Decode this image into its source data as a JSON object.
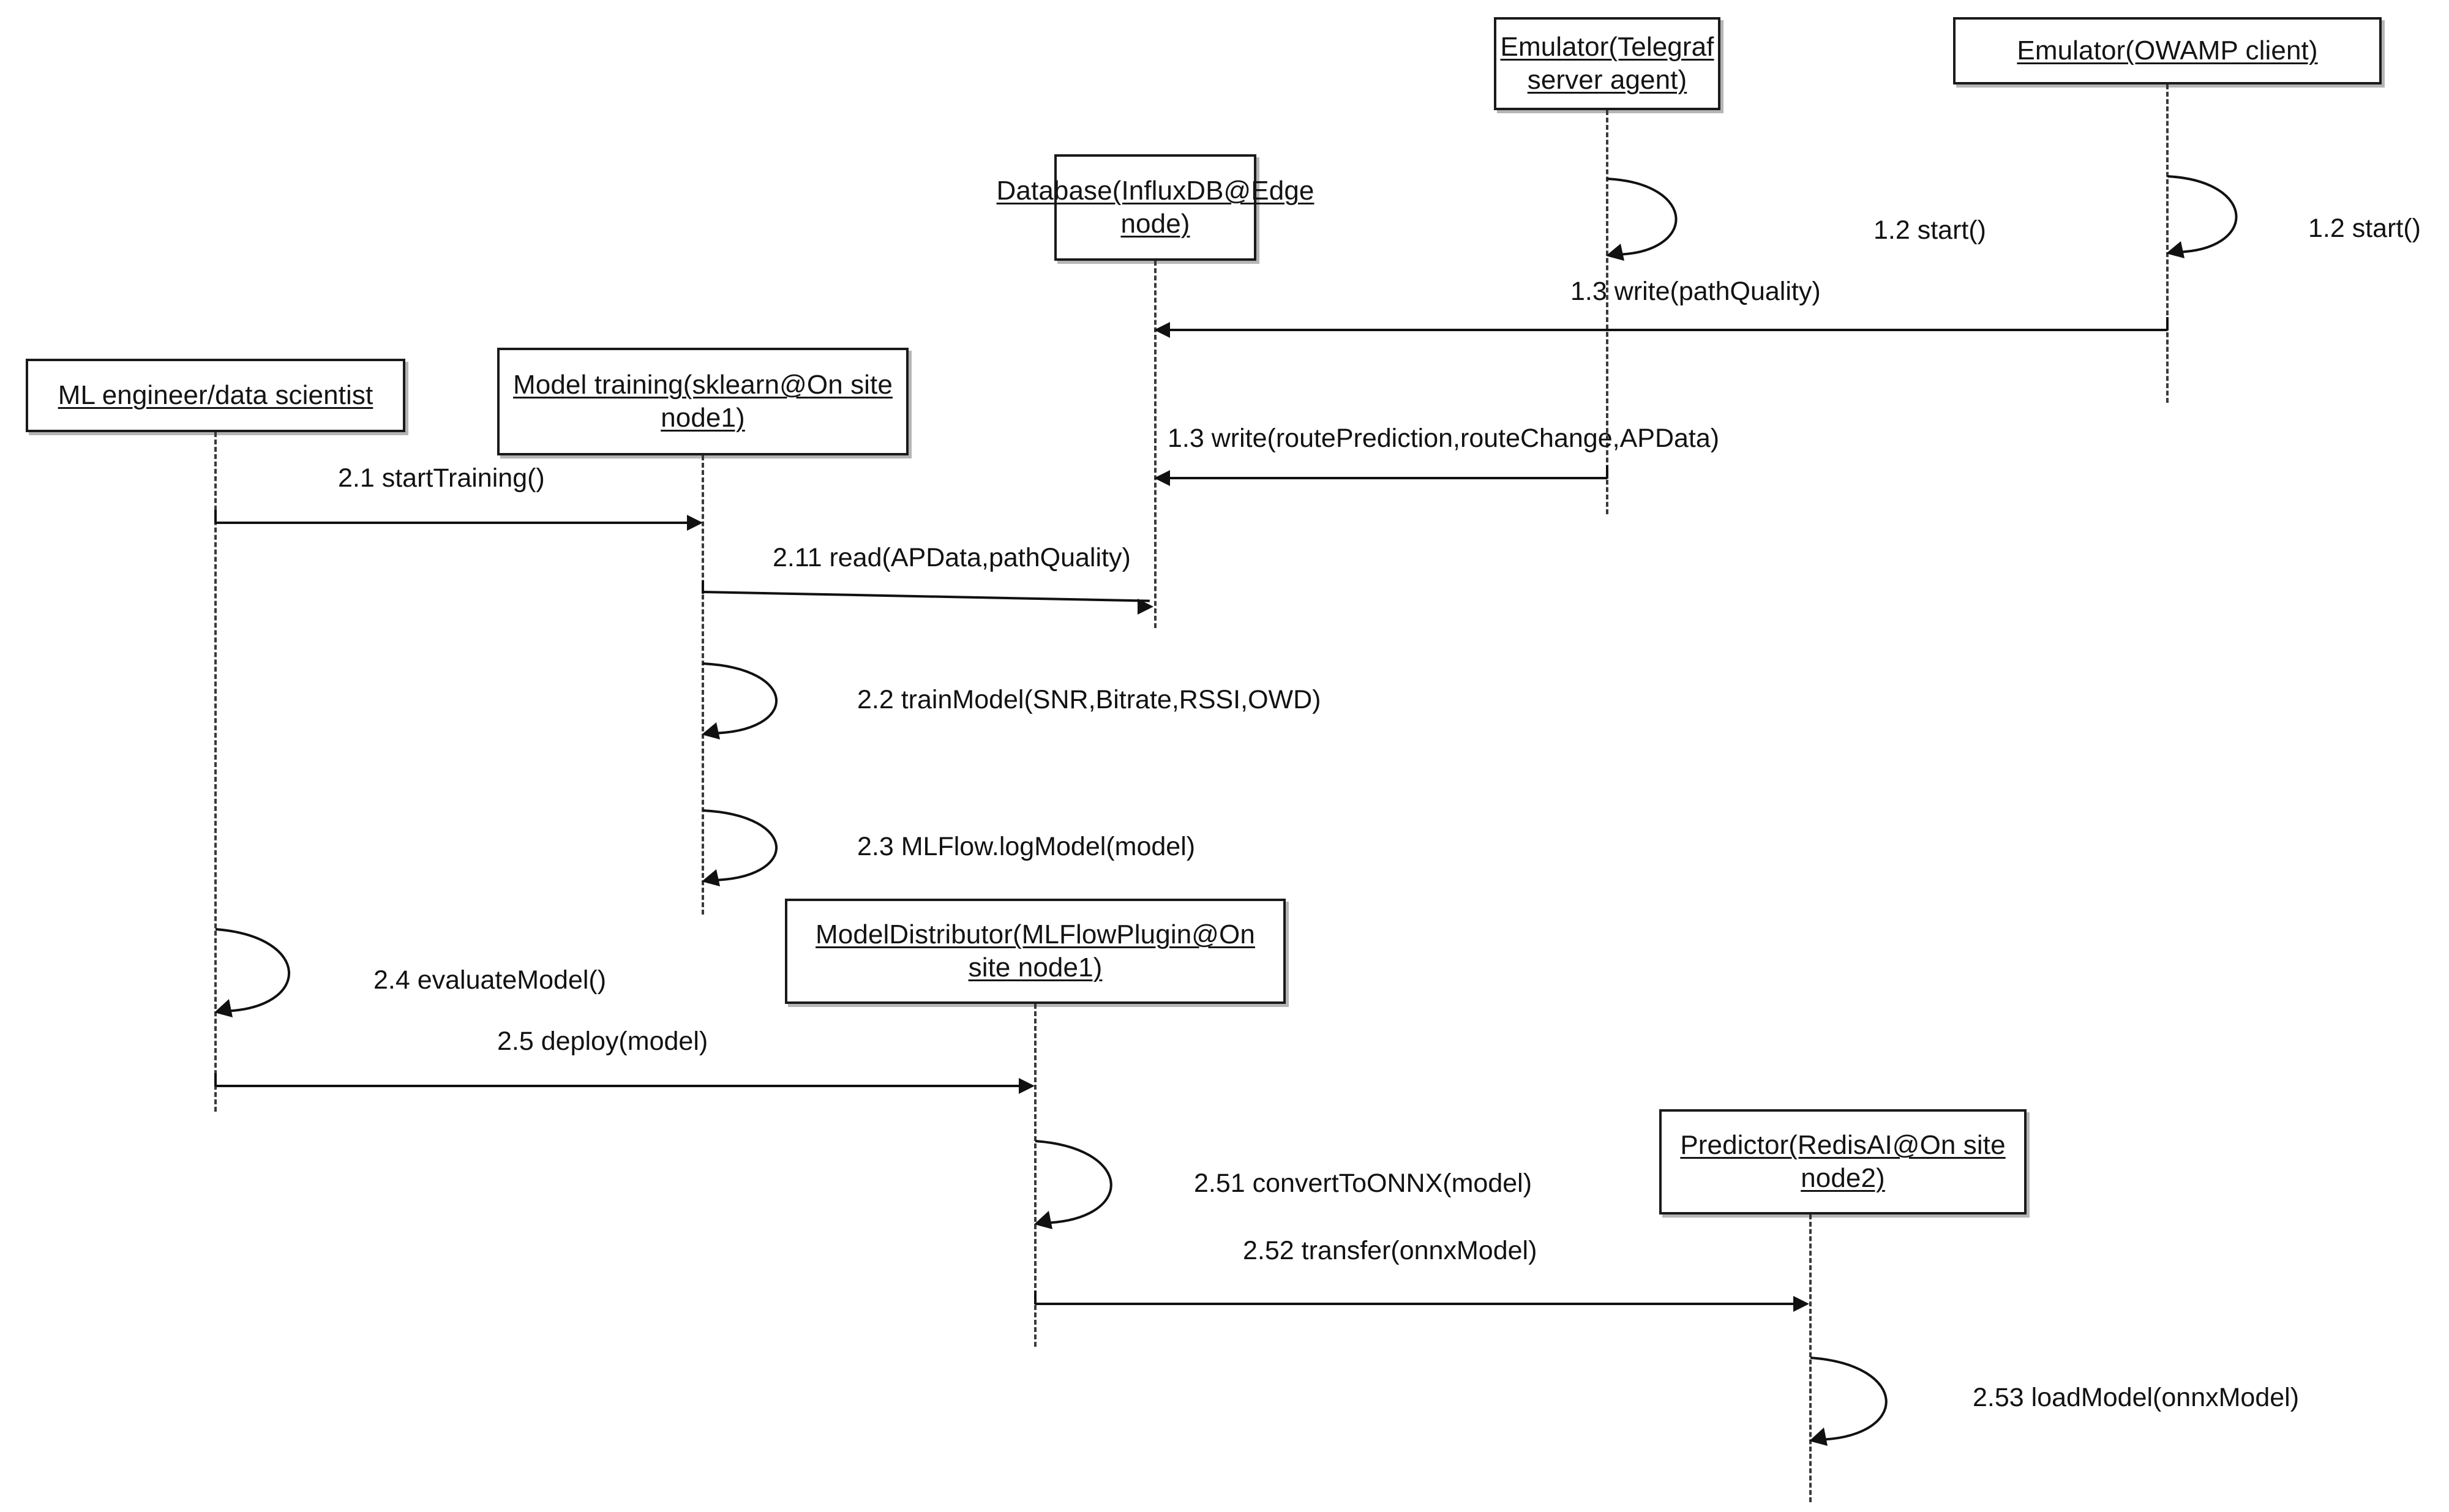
{
  "diagram": {
    "type": "uml-sequence-diagram",
    "title": "",
    "participants": [
      {
        "id": "ml-engineer",
        "label": "ML engineer/data scientist"
      },
      {
        "id": "model-training",
        "label": "Model training(sklearn@On site node1)"
      },
      {
        "id": "model-distributor",
        "label": "ModelDistributor(MLFlowPlugin@On site node1)"
      },
      {
        "id": "database",
        "label": "Database(InfluxDB@Edge node)"
      },
      {
        "id": "telegraf",
        "label": "Emulator(Telegraf server agent)"
      },
      {
        "id": "predictor",
        "label": "Predictor(RedisAI@On site node2)"
      },
      {
        "id": "owamp",
        "label": "Emulator(OWAMP client)"
      }
    ],
    "messages": [
      {
        "id": "m-1-2-telegraf",
        "label": "1.2 start()",
        "from": "telegraf",
        "to": "telegraf",
        "kind": "self"
      },
      {
        "id": "m-1-2-owamp",
        "label": "1.2 start()",
        "from": "owamp",
        "to": "owamp",
        "kind": "self"
      },
      {
        "id": "m-1-3-path",
        "label": "1.3 write(pathQuality)",
        "from": "owamp",
        "to": "database",
        "kind": "sync-left"
      },
      {
        "id": "m-1-3-route",
        "label": "1.3 write(routePrediction,routeChange,APData)",
        "from": "telegraf",
        "to": "database",
        "kind": "sync-left"
      },
      {
        "id": "m-2-1",
        "label": "2.1 startTraining()",
        "from": "ml-engineer",
        "to": "model-training",
        "kind": "sync-right"
      },
      {
        "id": "m-2-11",
        "label": "2.11 read(APData,pathQuality)",
        "from": "model-training",
        "to": "database",
        "kind": "sync-right"
      },
      {
        "id": "m-2-2",
        "label": "2.2 trainModel(SNR,Bitrate,RSSI,OWD)",
        "from": "model-training",
        "to": "model-training",
        "kind": "self"
      },
      {
        "id": "m-2-3",
        "label": "2.3 MLFlow.logModel(model)",
        "from": "model-training",
        "to": "model-training",
        "kind": "self"
      },
      {
        "id": "m-2-4",
        "label": "2.4 evaluateModel()",
        "from": "ml-engineer",
        "to": "ml-engineer",
        "kind": "self"
      },
      {
        "id": "m-2-5",
        "label": "2.5 deploy(model)",
        "from": "ml-engineer",
        "to": "model-distributor",
        "kind": "sync-right"
      },
      {
        "id": "m-2-51",
        "label": "2.51 convertToONNX(model)",
        "from": "model-distributor",
        "to": "model-distributor",
        "kind": "self"
      },
      {
        "id": "m-2-52",
        "label": "2.52 transfer(onnxModel)",
        "from": "model-distributor",
        "to": "predictor",
        "kind": "sync-right"
      },
      {
        "id": "m-2-53",
        "label": "2.53 loadModel(onnxModel)",
        "from": "predictor",
        "to": "predictor",
        "kind": "self"
      }
    ],
    "colors": {
      "background": "#ffffff",
      "stroke": "#111111",
      "box_border": "#1a1a1a",
      "lifeline": "#3a3a3a",
      "shadow": "#787878",
      "text": "#121212"
    }
  }
}
